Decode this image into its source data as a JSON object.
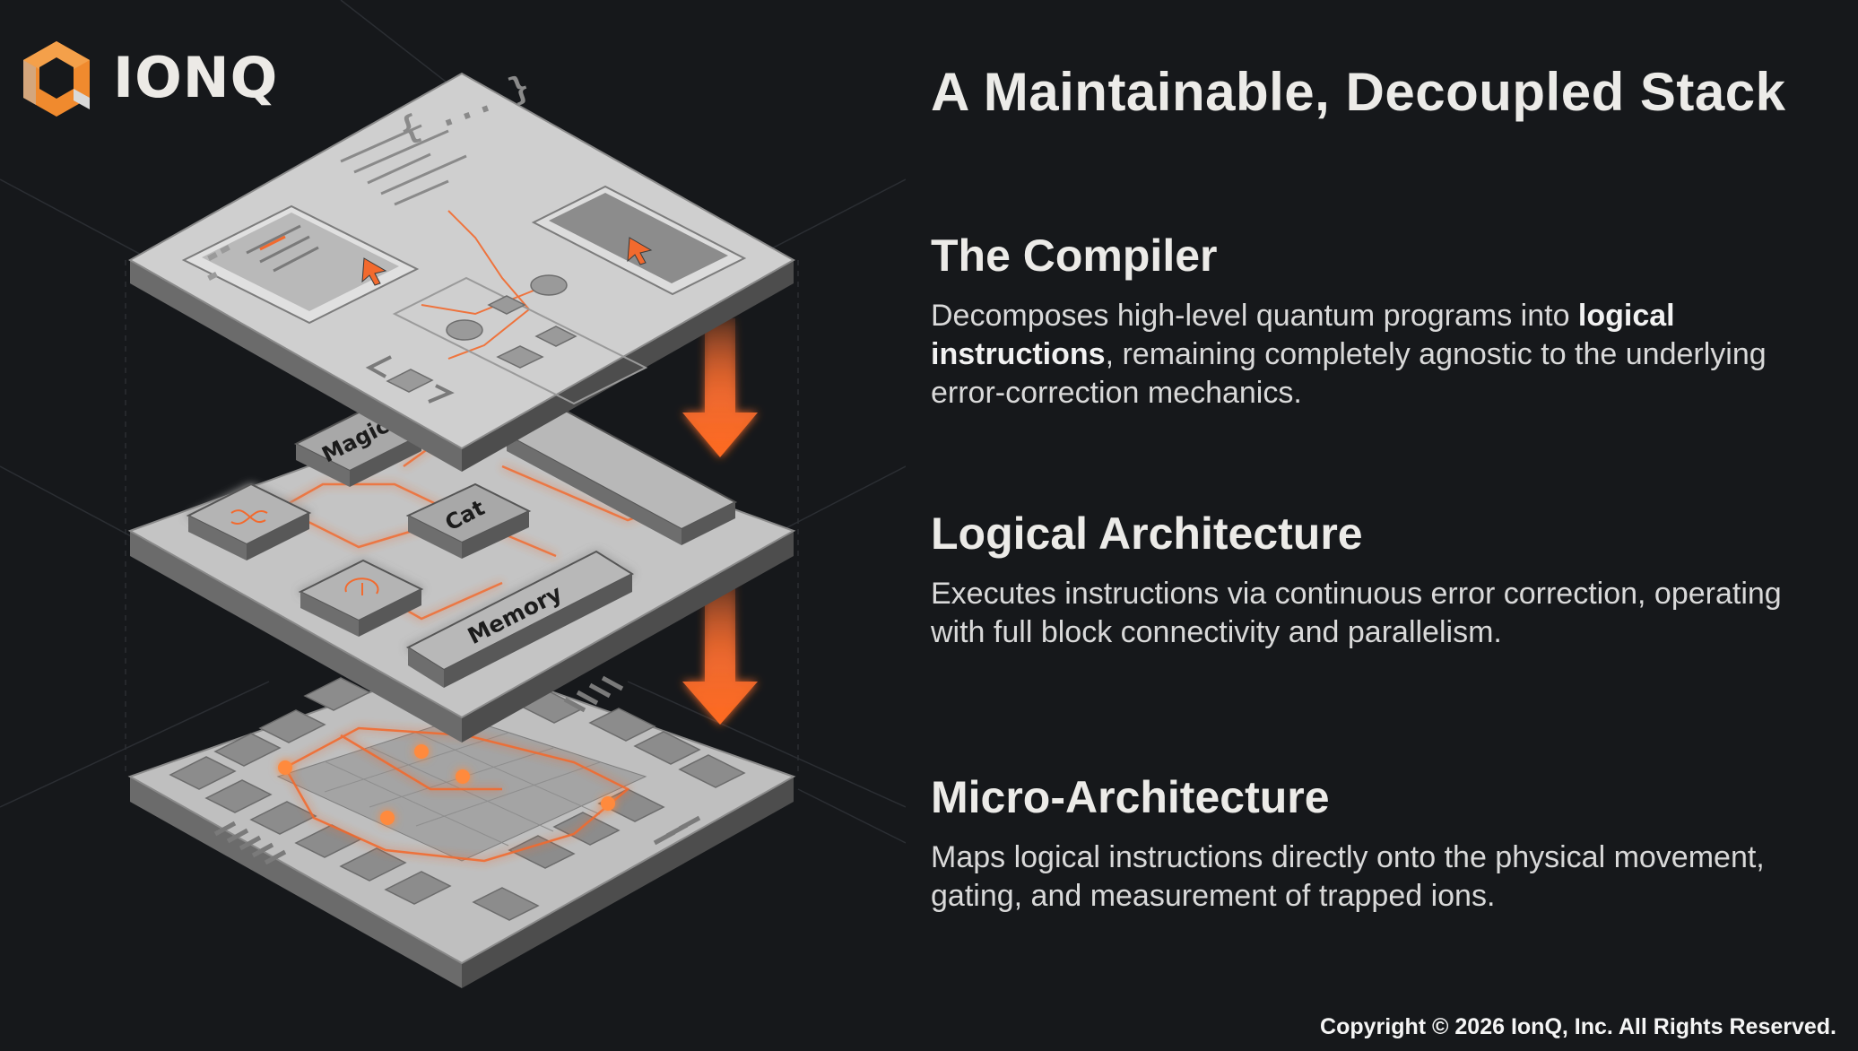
{
  "brand": {
    "name": "IONQ"
  },
  "colors": {
    "background": "#16181b",
    "accent_orange": "#f26a2e",
    "plate_gray": "#c9c9c9"
  },
  "title": "A Maintainable, Decoupled Stack",
  "layers": [
    {
      "heading": "The Compiler",
      "text_parts": [
        "Decomposes high-level quantum programs into ",
        "logical instructions",
        ", remaining completely agnostic to the underlying error-correction mechanics."
      ]
    },
    {
      "heading": "Logical Architecture",
      "text": "Executes instructions via continuous error correction, operating with full block connectivity and parallelism."
    },
    {
      "heading": "Micro-Architecture",
      "text": "Maps logical instructions directly onto the physical movement, gating, and measurement of trapped ions."
    }
  ],
  "diagram": {
    "compiler_glyph": "{ ... }",
    "block_labels": {
      "magic": "Magic",
      "cat": "Cat",
      "memory": "Memory"
    },
    "icons": [
      "cursor-icon",
      "down-arrow-icon",
      "ion-dot-icon"
    ]
  },
  "copyright": "Copyright © 2026 IonQ, Inc. All Rights Reserved."
}
